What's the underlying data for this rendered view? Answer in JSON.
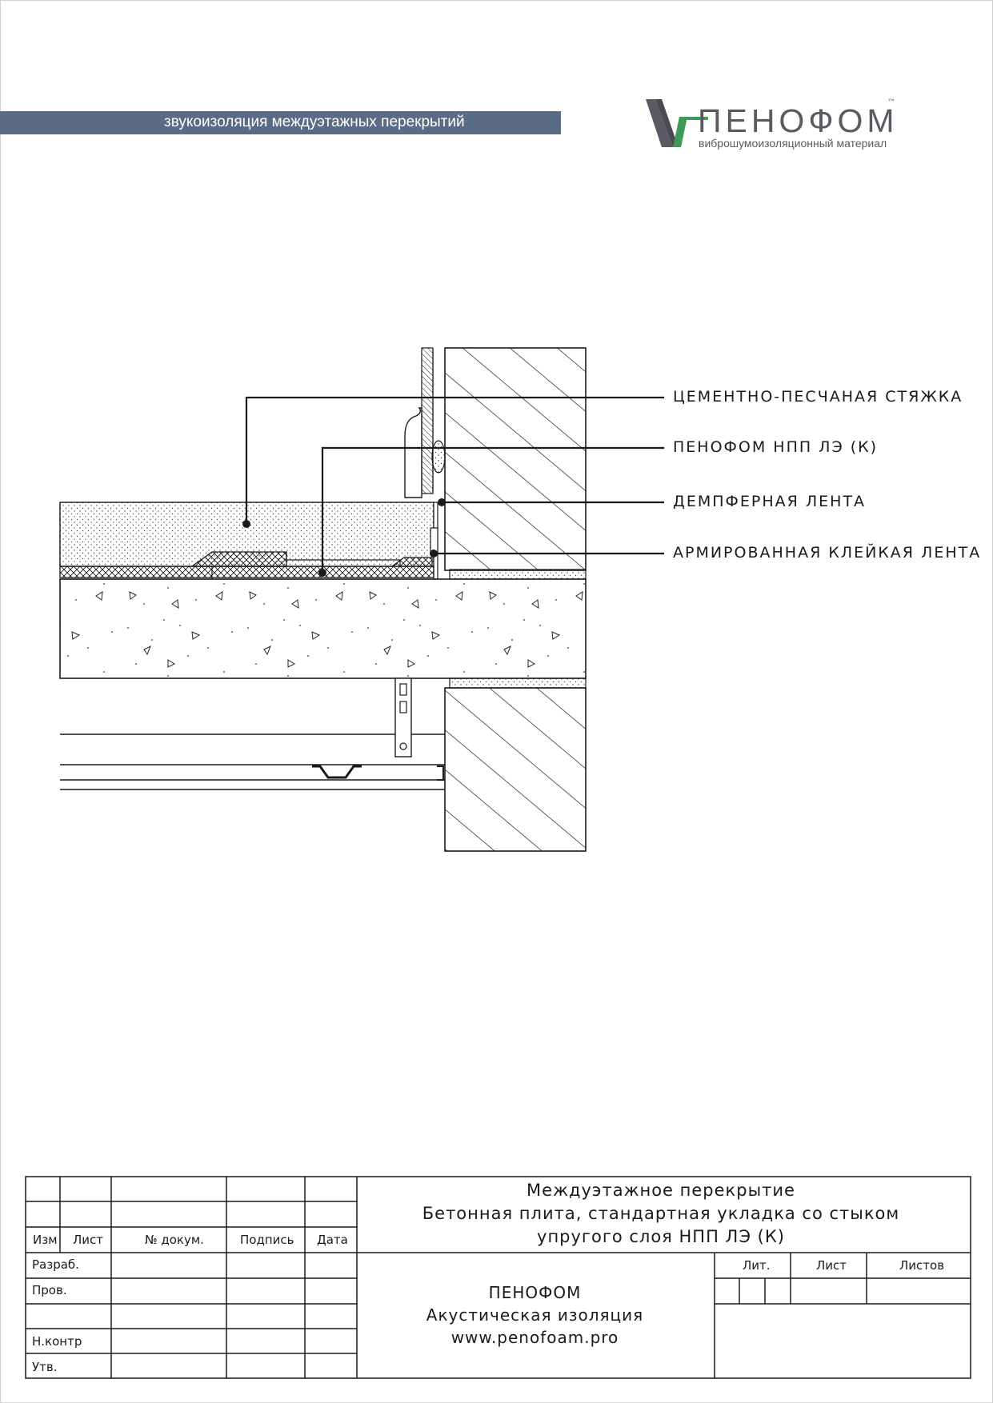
{
  "header": {
    "band_text": "звукоизоляция междуэтажных перекрытий",
    "band_color": "#5b6b85"
  },
  "logo": {
    "name": "ПЕНОФОМ",
    "tagline": "виброшумоизоляционный материал",
    "trademark": "™",
    "mark_colors": {
      "dark": "#5a5a62",
      "green": "#3f9a5a"
    }
  },
  "drawing": {
    "callouts": [
      "ЦЕМЕНТНО-ПЕСЧАНАЯ СТЯЖКА",
      "ПЕНОФОМ НПП ЛЭ (К)",
      "ДЕМПФЕРНАЯ ЛЕНТА",
      "АРМИРОВАННАЯ КЛЕЙКАЯ ЛЕНТА"
    ]
  },
  "stamp": {
    "columns": [
      "Изм",
      "Лист",
      "№ докум.",
      "Подпись",
      "Дата"
    ],
    "rows": [
      "Разраб.",
      "Пров.",
      "",
      "Н.контр",
      "Утв."
    ],
    "title_lines": [
      "Междуэтажное перекрытие",
      "Бетонная плита, стандартная укладка со стыком",
      "упругого слоя НПП ЛЭ (К)"
    ],
    "org_lines": [
      "ПЕНОФОМ",
      "Акустическая изоляция",
      "www.penofoam.pro"
    ],
    "sheet_headers": [
      "Лит.",
      "Лист",
      "Листов"
    ]
  }
}
